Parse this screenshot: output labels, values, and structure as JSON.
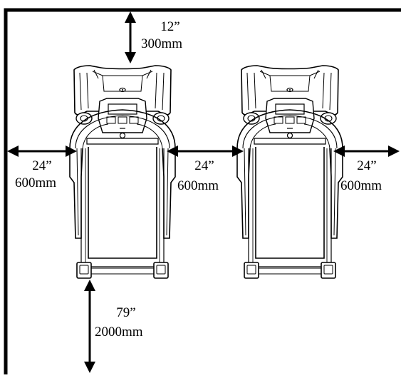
{
  "clearances": {
    "top": {
      "inches": "12”",
      "mm": "300mm"
    },
    "left": {
      "inches": "24”",
      "mm": "600mm"
    },
    "between": {
      "inches": "24”",
      "mm": "600mm"
    },
    "right": {
      "inches": "24”",
      "mm": "600mm"
    },
    "rear": {
      "inches": "79”",
      "mm": "2000mm"
    }
  },
  "colors": {
    "ink": "#000000",
    "background": "#ffffff"
  }
}
